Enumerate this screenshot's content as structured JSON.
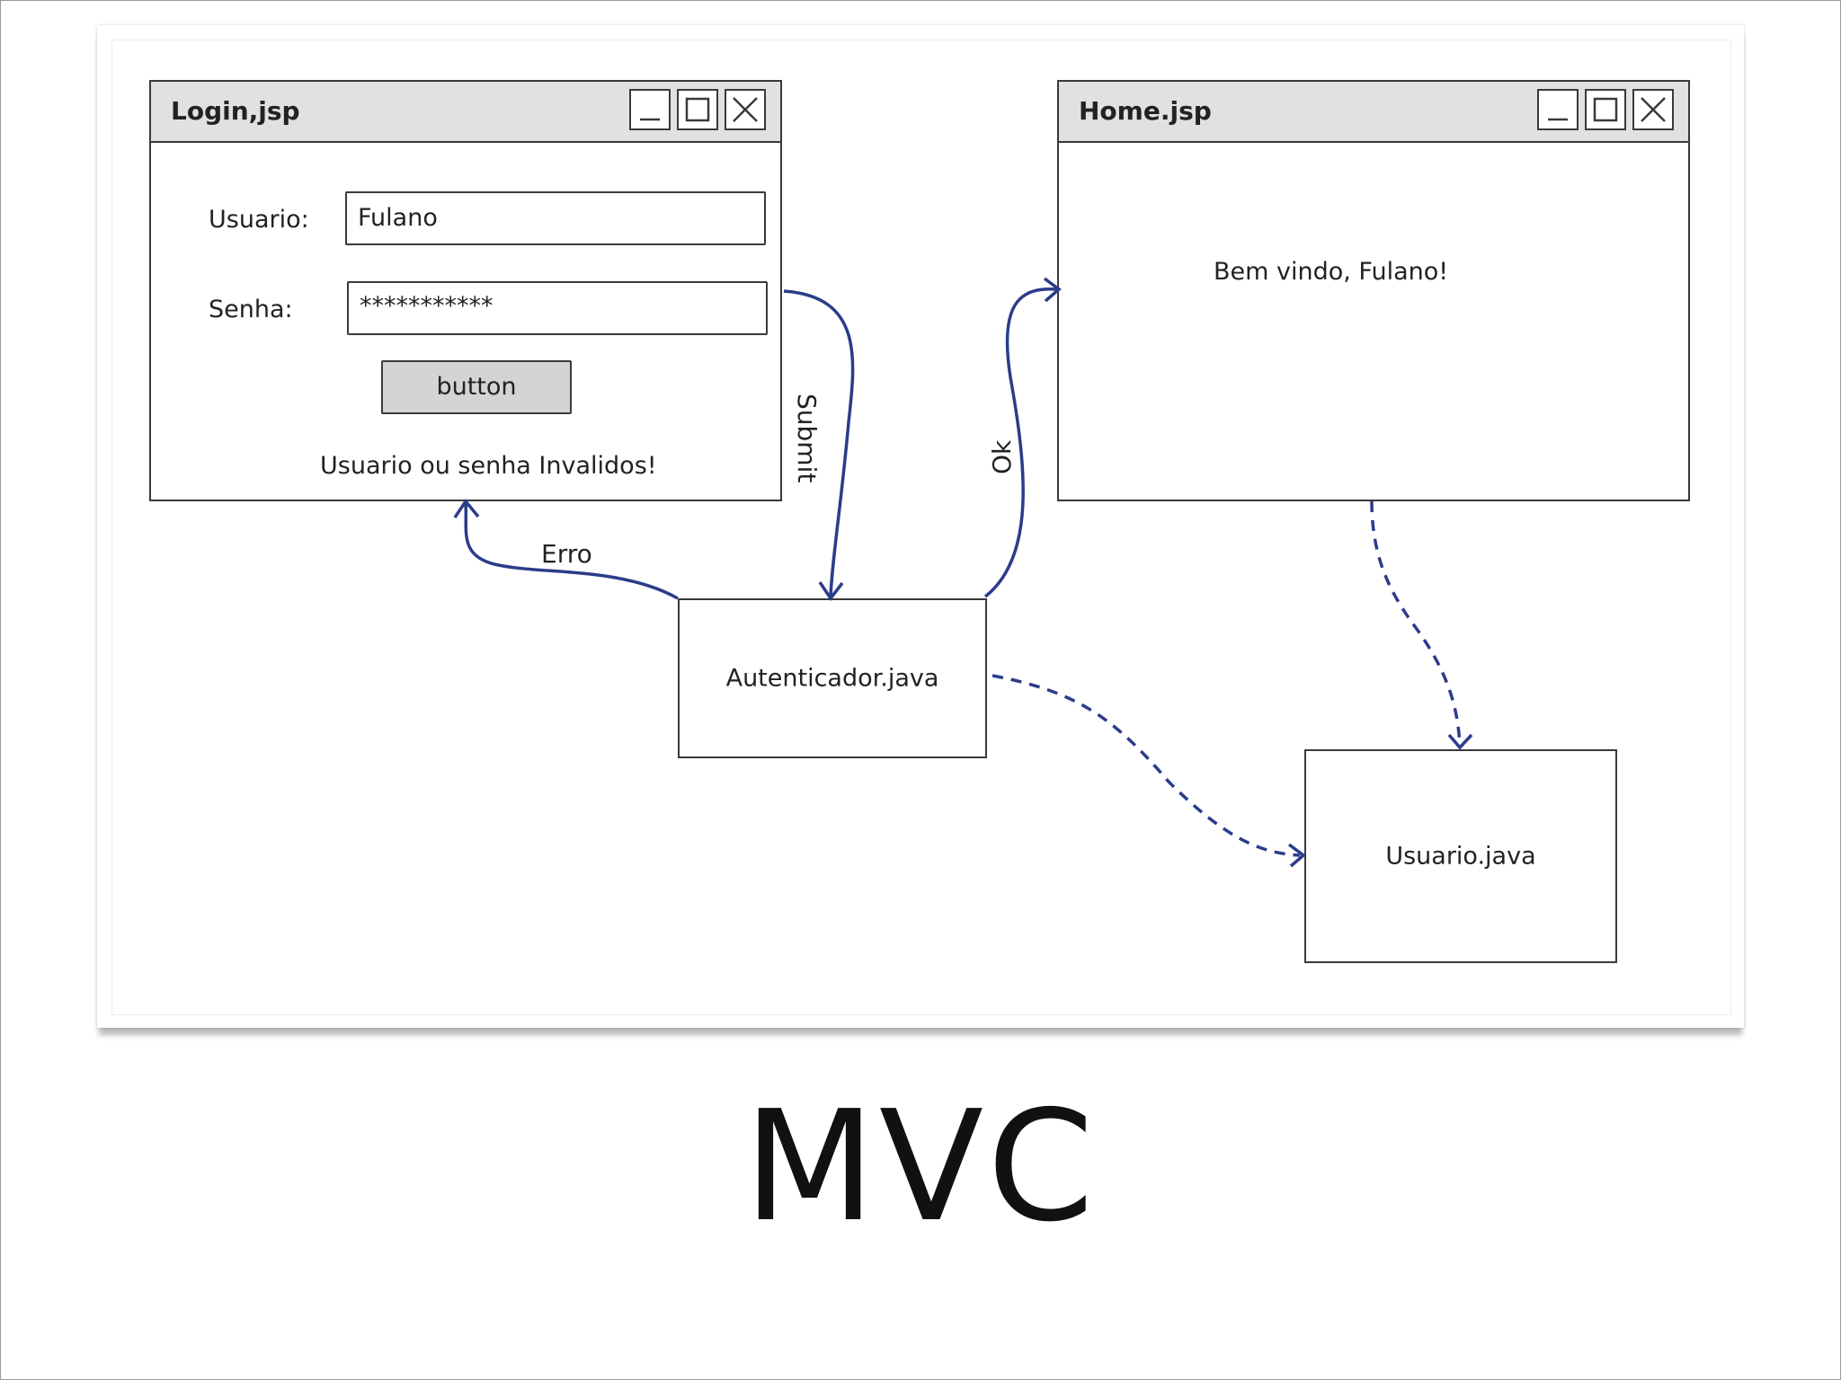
{
  "login_window": {
    "title": "Login,jsp",
    "usuario_label": "Usuario:",
    "usuario_value": "Fulano",
    "senha_label": "Senha:",
    "senha_value": "***********",
    "button_label": "button",
    "error_message": "Usuario ou senha Invalidos!"
  },
  "home_window": {
    "title": "Home.jsp",
    "welcome": "Bem vindo, Fulano!"
  },
  "nodes": {
    "autenticador": "Autenticador.java",
    "usuario": "Usuario.java"
  },
  "edges": {
    "submit": "Submit",
    "ok": "Ok",
    "erro": "Erro"
  },
  "slide_title": "MVC",
  "colors": {
    "arrow": "#2b3c8a",
    "outline": "#3a3a3a",
    "titlebar": "#e1e1e1",
    "button": "#d4d4d4"
  }
}
